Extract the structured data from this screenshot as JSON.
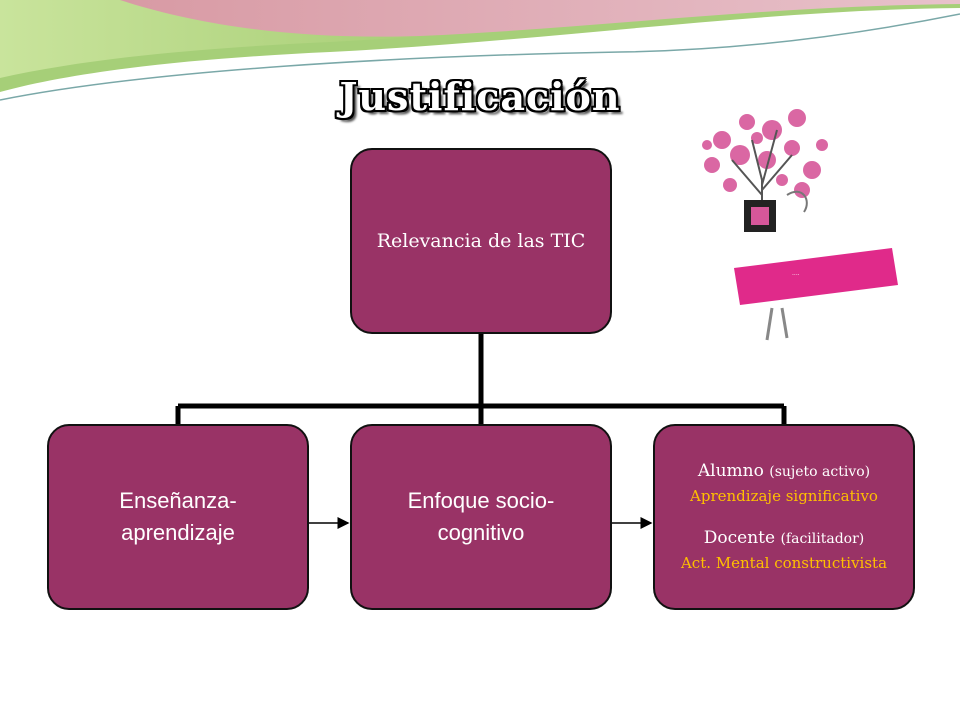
{
  "title": "Justificación",
  "colors": {
    "box_fill": "#993366",
    "accent_text": "#ffc000",
    "wave_green": "#b9d98a",
    "wave_pink": "#e0a3b4"
  },
  "diagram": {
    "root": {
      "label": "Relevancia de las TIC"
    },
    "children": [
      {
        "label": "Enseñanza- aprendizaje"
      },
      {
        "label": "Enfoque socio- cognitivo"
      },
      {
        "alumno": "Alumno",
        "alumno_role": "(sujeto activo)",
        "alumno_detail": "Aprendizaje significativo",
        "docente": "Docente",
        "docente_role": "(facilitador)",
        "docente_detail": "Act. Mental constructivista"
      }
    ]
  },
  "illustration": {
    "icon": "tree-computer-illustration"
  }
}
